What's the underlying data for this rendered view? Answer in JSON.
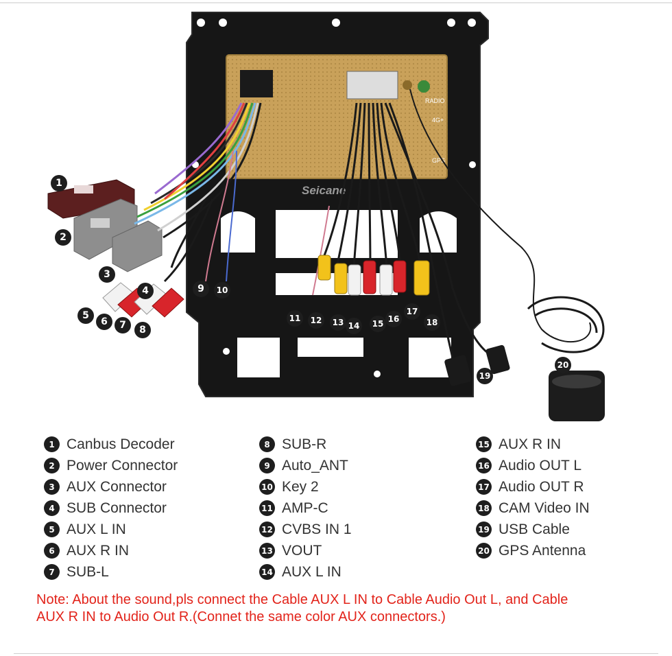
{
  "brand": {
    "watermark": "Seicane"
  },
  "unit_labels": {
    "radio": "RADIO",
    "fourg": "4G+",
    "gps": "GPS"
  },
  "callouts": [
    "1",
    "2",
    "3",
    "4",
    "5",
    "6",
    "7",
    "8",
    "9",
    "10",
    "11",
    "12",
    "13",
    "14",
    "15",
    "16",
    "17",
    "18",
    "19",
    "20"
  ],
  "legend": {
    "columns": [
      [
        {
          "num": "1",
          "label": "Canbus Decoder"
        },
        {
          "num": "2",
          "label": "Power Connector"
        },
        {
          "num": "3",
          "label": "AUX Connector"
        },
        {
          "num": "4",
          "label": "SUB Connector"
        },
        {
          "num": "5",
          "label": "AUX L IN"
        },
        {
          "num": "6",
          "label": "AUX R IN"
        },
        {
          "num": "7",
          "label": "SUB-L"
        }
      ],
      [
        {
          "num": "8",
          "label": "SUB-R"
        },
        {
          "num": "9",
          "label": "Auto_ANT"
        },
        {
          "num": "10",
          "label": "Key 2"
        },
        {
          "num": "11",
          "label": "AMP-C"
        },
        {
          "num": "12",
          "label": "CVBS IN 1"
        },
        {
          "num": "13",
          "label": "VOUT"
        },
        {
          "num": "14",
          "label": "AUX L IN"
        }
      ],
      [
        {
          "num": "15",
          "label": "AUX R IN"
        },
        {
          "num": "16",
          "label": "Audio OUT L"
        },
        {
          "num": "17",
          "label": "Audio OUT R"
        },
        {
          "num": "18",
          "label": "CAM Video IN"
        },
        {
          "num": "19",
          "label": "USB Cable"
        },
        {
          "num": "20",
          "label": "GPS Antenna"
        }
      ]
    ]
  },
  "note": {
    "line1": "Note: About the sound,pls connect the Cable AUX L IN to Cable Audio Out L, and Cable",
    "line2": "AUX R IN to  Audio Out R.(Connet the same color AUX connectors.)"
  },
  "colors": {
    "note": "#e2231a",
    "frame": "#161616",
    "unit": "#c9a15a",
    "rca_red": "#d8252b",
    "rca_yellow": "#f2c21b",
    "rca_white": "#f2f2f2"
  }
}
